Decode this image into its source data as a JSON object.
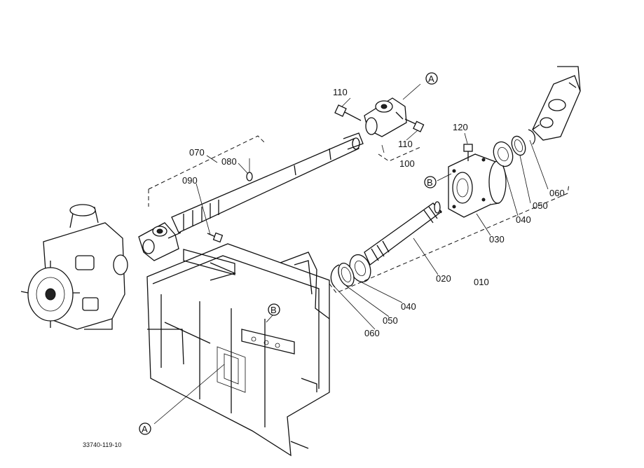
{
  "callouts": {
    "p010": "010",
    "p020": "020",
    "p030": "030",
    "p040_a": "040",
    "p040_b": "040",
    "p050_a": "050",
    "p050_b": "050",
    "p060_a": "060",
    "p060_b": "060",
    "p070": "070",
    "p080": "080",
    "p090": "090",
    "p100": "100",
    "p110_a": "110",
    "p110_b": "110",
    "p120": "120"
  },
  "refs": {
    "a_top": "A",
    "a_bottom": "A",
    "b_left": "B",
    "b_lower": "B"
  },
  "figure_code": "33740-119-10"
}
